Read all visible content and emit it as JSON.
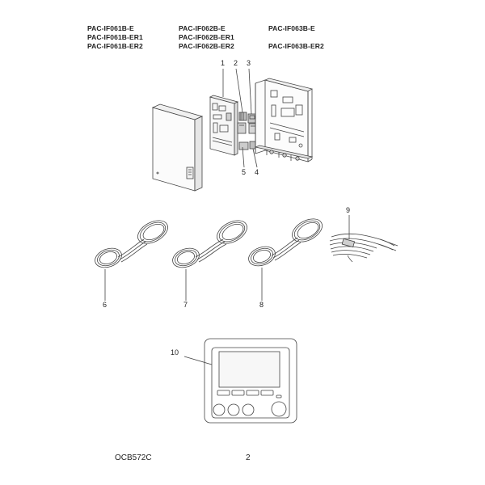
{
  "models": {
    "col1": [
      "PAC-IF061B-E",
      "PAC-IF061B-ER1",
      "PAC-IF061B-ER2"
    ],
    "col2": [
      "PAC-IF062B-E",
      "PAC-IF062B-ER1",
      "PAC-IF062B-ER2"
    ],
    "col3": [
      "PAC-IF063B-E",
      "PAC-IF063B-ER2"
    ]
  },
  "callouts": {
    "c1": "1",
    "c2": "2",
    "c3": "3",
    "c4": "4",
    "c5": "5",
    "c6": "6",
    "c7": "7",
    "c8": "8",
    "c9": "9",
    "c10": "10"
  },
  "footer": {
    "doc_code": "OCB572C",
    "page_number": "2"
  }
}
